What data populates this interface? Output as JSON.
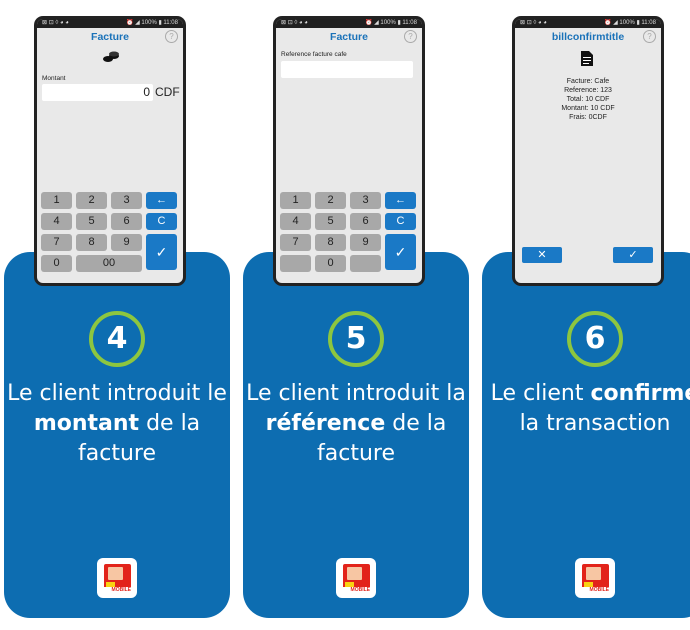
{
  "status_bar": {
    "left_icons": "⊠ ⊡ ◊ ◕ ◕",
    "right": "⏰ ◢ 100% ▮ 11:08"
  },
  "help_icon": "?",
  "steps": [
    {
      "number": "4",
      "text_pre": "Le client introduit le",
      "text_bold": "montant",
      "text_post": "de la facture",
      "screen": {
        "title": "Facture",
        "coins_icon": "coins-icon",
        "label": "Montant",
        "amount": "0",
        "currency": "CDF",
        "keys": [
          "1",
          "2",
          "3",
          "4",
          "5",
          "6",
          "7",
          "8",
          "9",
          "0",
          "00"
        ],
        "back_key": "←",
        "clear_key": "C",
        "ok_key": "✓"
      }
    },
    {
      "number": "5",
      "text_pre": "Le client introduit la",
      "text_bold": "référence",
      "text_post": "de la facture",
      "screen": {
        "title": "Facture",
        "label": "Reference facture cafe",
        "value": "",
        "keys": [
          "1",
          "2",
          "3",
          "4",
          "5",
          "6",
          "7",
          "8",
          "9",
          "",
          "0"
        ],
        "back_key": "←",
        "clear_key": "C",
        "ok_key": "✓"
      }
    },
    {
      "number": "6",
      "text_pre": "Le client",
      "text_bold": "confirme",
      "text_post": "la transaction",
      "screen": {
        "title": "billconfirmtitle",
        "doc_icon": "document-icon",
        "lines": [
          "Facture: Cafe",
          "Reference: 123",
          "Total: 10 CDF",
          "Montant: 10 CDF",
          "Frais: 0CDF"
        ],
        "cancel": "✕",
        "confirm": "✓"
      }
    }
  ],
  "logo_text": "MOBILE",
  "colors": {
    "card": "#0d6db1",
    "ring": "#8dc63f",
    "app_blue": "#1a79c6",
    "key_gray": "#a8a8a8"
  }
}
